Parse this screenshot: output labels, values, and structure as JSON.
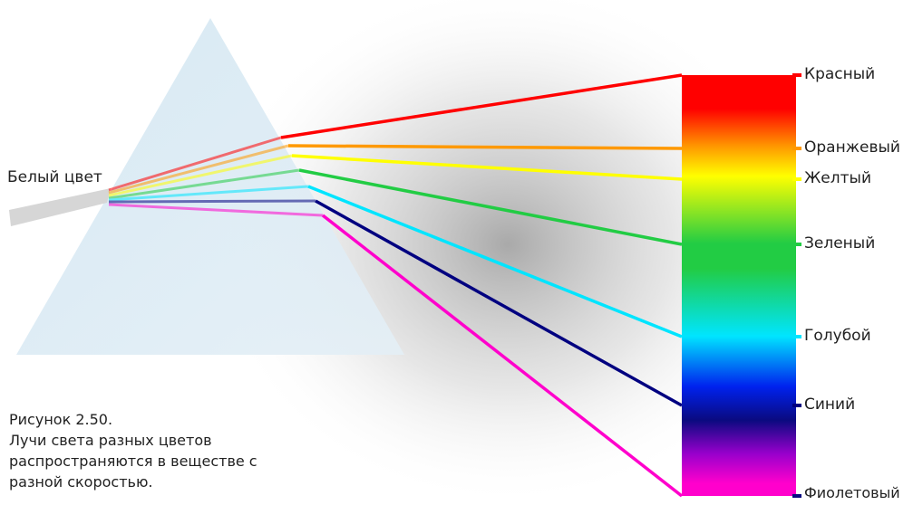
{
  "diagram": {
    "input_label": "Белый цвет",
    "colors": [
      {
        "name": "Красный",
        "hex": "#ff0000"
      },
      {
        "name": "Оранжевый",
        "hex": "#ff9900"
      },
      {
        "name": "Желтый",
        "hex": "#ffff00"
      },
      {
        "name": "Зеленый",
        "hex": "#22cc44"
      },
      {
        "name": "Голубой",
        "hex": "#00e5ff"
      },
      {
        "name": "Синий",
        "hex": "#000080"
      },
      {
        "name": "Фиолетовый",
        "hex": "#ff00cc"
      }
    ]
  },
  "caption": {
    "line1": "Рисунок 2.50.",
    "line2": "Лучи света разных цветов",
    "line3": "распространяются в веществе с",
    "line4": "разной скоростью."
  }
}
